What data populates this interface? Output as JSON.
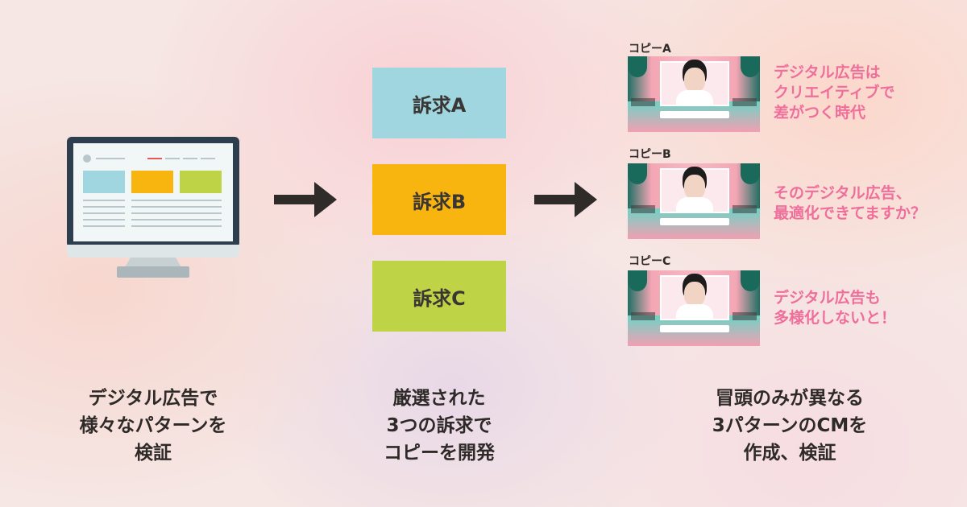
{
  "appeals": [
    "訴求A",
    "訴求B",
    "訴求C"
  ],
  "copies": [
    {
      "label": "コピーA",
      "text": [
        "デジタル広告は",
        "クリエイティブで",
        "差がつく時代"
      ]
    },
    {
      "label": "コピーB",
      "text": [
        "そのデジタル広告、",
        "最適化できてますか？"
      ]
    },
    {
      "label": "コピーC",
      "text": [
        "デジタル広告も",
        "多様化しないと！"
      ]
    }
  ],
  "captions": {
    "left": [
      "デジタル広告で",
      "様々なパターンを",
      "検証"
    ],
    "middle": [
      "厳選された",
      "3つの訴求で",
      "コピーを開発"
    ],
    "right": [
      "冒頭のみが異なる",
      "3パターンのCMを",
      "作成、検証"
    ]
  },
  "colors": {
    "appeal_a": "#9fd6df",
    "appeal_b": "#f9b50f",
    "appeal_c": "#bfd346",
    "copy_text": "#ee6f9b",
    "arrow": "#2f2b29",
    "monitor": "#2d3f4f"
  }
}
